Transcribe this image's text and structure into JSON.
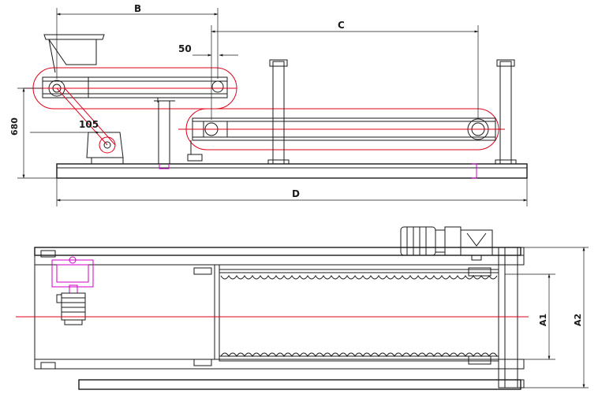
{
  "dimensions": {
    "b": "B",
    "c": "C",
    "d": "D",
    "fifty": "50",
    "one_oh_five": "105",
    "six_eighty": "680",
    "a1": "A1",
    "a2": "A2"
  },
  "colors": {
    "outline": "#1a1a1a",
    "centerline": "#e0001a",
    "highlight": "#d100c8"
  }
}
